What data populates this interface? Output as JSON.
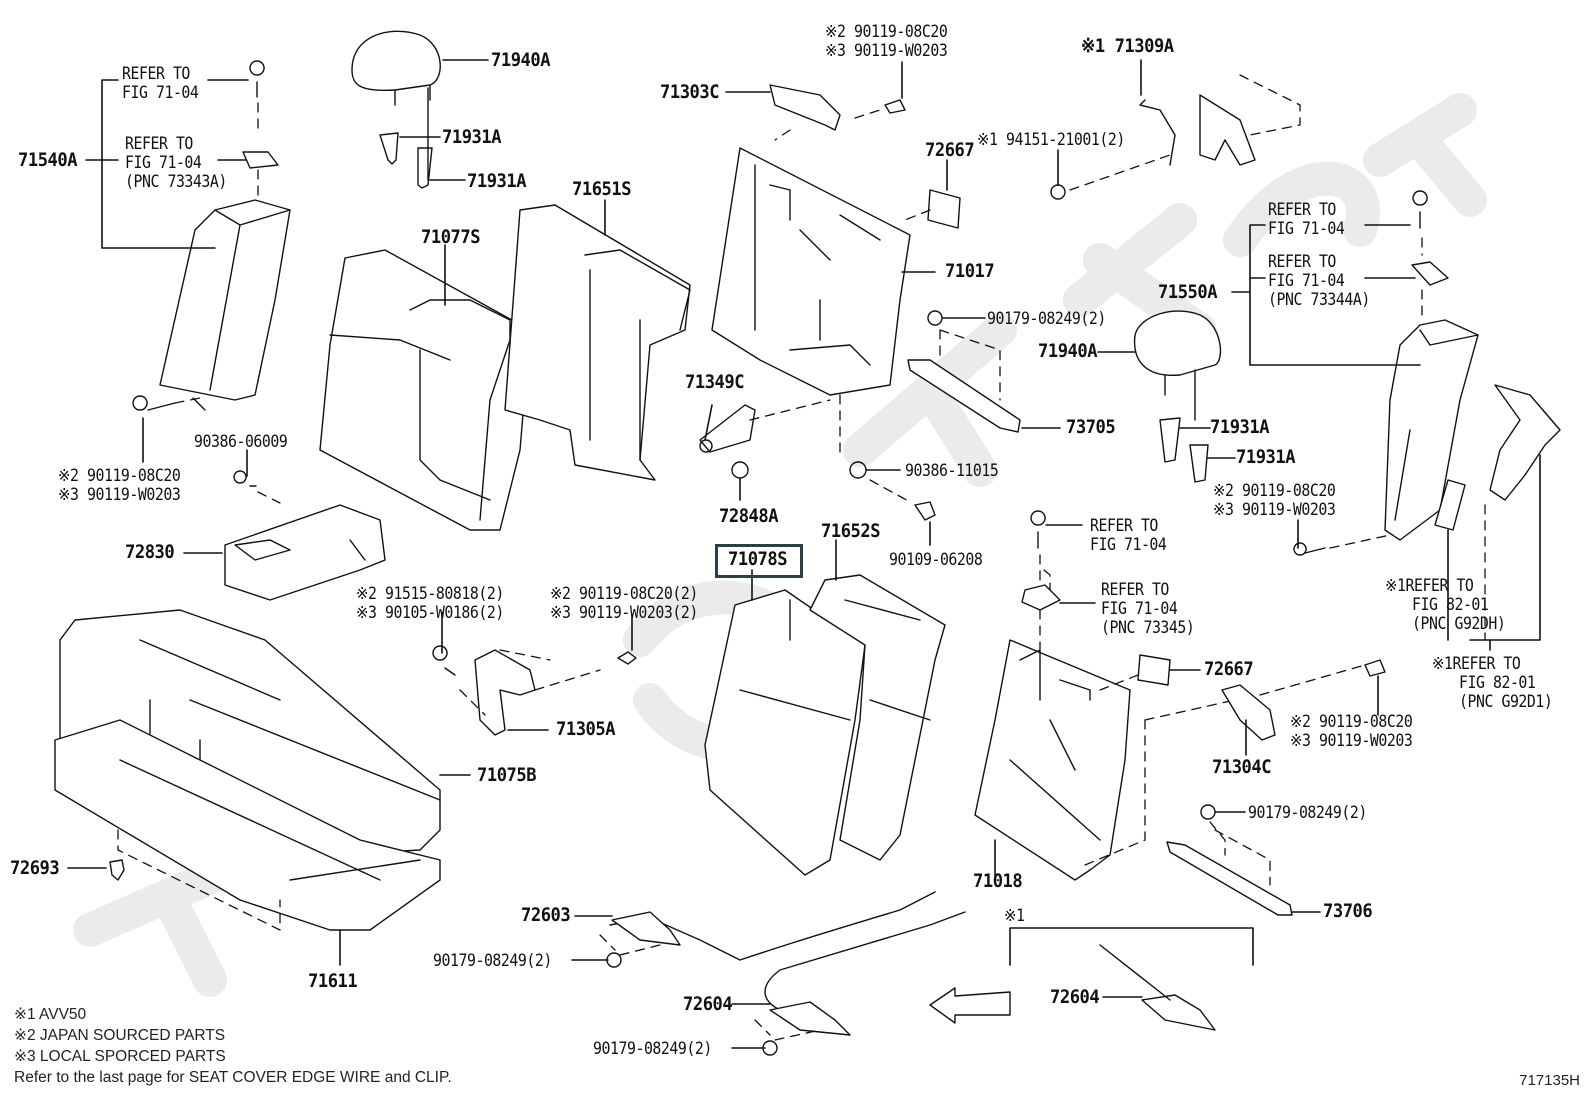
{
  "diagram": {
    "title": "Rear seat parts diagram",
    "illustration_code": "717135H",
    "watermark": "ToyotaCarMine.ru",
    "highlighted_part": "71078S",
    "labels": {
      "p71540A": "71540A",
      "p71940A_l": "71940A",
      "p71931A_l1": "71931A",
      "p71931A_l2": "71931A",
      "p71651S": "71651S",
      "p71077S": "71077S",
      "p71303C": "71303C",
      "p72667_t": "72667",
      "p71017": "71017",
      "p71309A": "※1 71309A",
      "p94151": "※1 94151-21001(2)",
      "p90179_a": "90179-08249(2)",
      "p71940A_r": "71940A",
      "p71550A": "71550A",
      "p73705": "73705",
      "p71931A_r1": "71931A",
      "p71931A_r2": "71931A",
      "p71349C": "71349C",
      "p90386_11015": "90386-11015",
      "p72848A": "72848A",
      "p71652S": "71652S",
      "p71078S": "71078S",
      "p90109": "90109-06208",
      "p90386_06009": "90386-06009",
      "p72830": "72830",
      "p71305A": "71305A",
      "p71075B": "71075B",
      "p72693": "72693",
      "p71611": "71611",
      "p72603": "72603",
      "p90179_b": "90179-08249(2)",
      "p72604_c": "72604",
      "p90179_c": "90179-08249(2)",
      "p72604_r": "72604",
      "p71018": "71018",
      "p72667_b": "72667",
      "p71304C": "71304C",
      "p90179_d": "90179-08249(2)",
      "p73706": "73706",
      "note_box_mark": "※1"
    },
    "bolt_refs": {
      "top_center": [
        "※2 90119-08C20",
        "※3 90119-W0203"
      ],
      "left": [
        "※2 90119-08C20",
        "※3 90119-W0203"
      ],
      "right_mid": [
        "※2 90119-08C20",
        "※3 90119-W0203"
      ],
      "right_low": [
        "※2 90119-08C20",
        "※3 90119-W0203"
      ],
      "hinge_left": [
        "※2 91515-80818(2)",
        "※3 90105-W0186(2)"
      ],
      "hinge_right": [
        "※2 90119-08C20(2)",
        "※3 90119-W0203(2)"
      ]
    },
    "refer_notes": {
      "left_top": [
        "REFER TO",
        "FIG 71-04"
      ],
      "left_mid": [
        "REFER TO",
        "FIG 71-04",
        "(PNC 73343A)"
      ],
      "right_top": [
        "REFER TO",
        "FIG 71-04"
      ],
      "right_mid": [
        "REFER TO",
        "FIG 71-04",
        "(PNC 73344A)"
      ],
      "center_top": [
        "REFER TO",
        "FIG 71-04"
      ],
      "center_mid": [
        "REFER TO",
        "FIG 71-04",
        "(PNC 73345)"
      ],
      "belt_1": [
        "※1REFER TO",
        "FIG 82-01",
        "(PNC G92DH)"
      ],
      "belt_2": [
        "※1REFER TO",
        "FIG 82-01",
        "(PNC G92D1)"
      ]
    },
    "footnotes": [
      "※1 AVV50",
      "※2 JAPAN SOURCED PARTS",
      "※3 LOCAL SPORCED PARTS",
      "Refer to the last page for SEAT COVER EDGE WIRE and CLIP."
    ]
  }
}
